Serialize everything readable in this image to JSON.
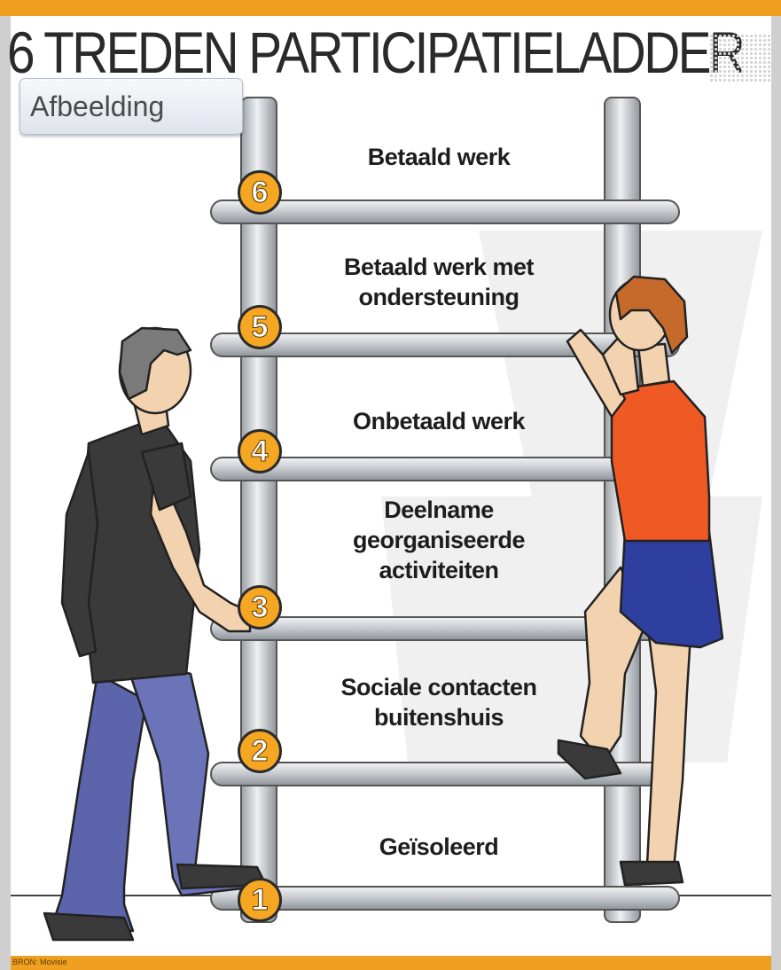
{
  "headline": "6 TREDEN PARTICIPATIELADDER",
  "tag_label": "Afbeelding",
  "steps": [
    {
      "number": "1",
      "label": "Geïsoleerd"
    },
    {
      "number": "2",
      "label": "Sociale contacten buitenshuis"
    },
    {
      "number": "3",
      "label": "Deelname georganiseerde activiteiten"
    },
    {
      "number": "4",
      "label": "Onbetaald werk"
    },
    {
      "number": "5",
      "label": "Betaald werk met ondersteuning"
    },
    {
      "number": "6",
      "label": "Betaald werk"
    }
  ],
  "credit": "BRON: Movisie",
  "colors": {
    "accent": "#f0a020",
    "badge": "#f5a623",
    "ladder": "#c9cdd2",
    "shirt_woman": "#ef5a24",
    "skirt_woman": "#2f3fa0",
    "shirt_man": "#3a3a3a",
    "jeans_man": "#6b74b8"
  }
}
